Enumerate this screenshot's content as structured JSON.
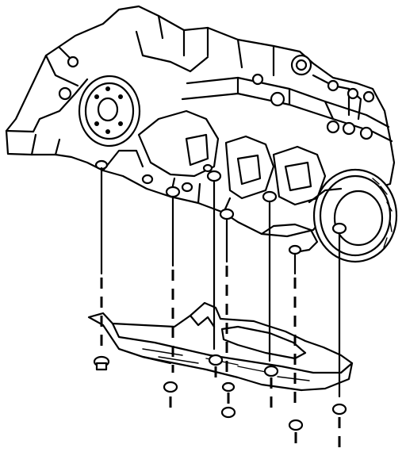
{
  "figure": {
    "subject": "engine-oil-pan-skid-shield-exploded-view",
    "line_color": "#000000",
    "background": "#ffffff",
    "fastener_count": 8,
    "fastener_line_style": "dashed-alignment",
    "components": [
      "engine-block",
      "crankshaft-pulley",
      "balancer",
      "oil-pan-shield",
      "bolts",
      "washers"
    ]
  }
}
